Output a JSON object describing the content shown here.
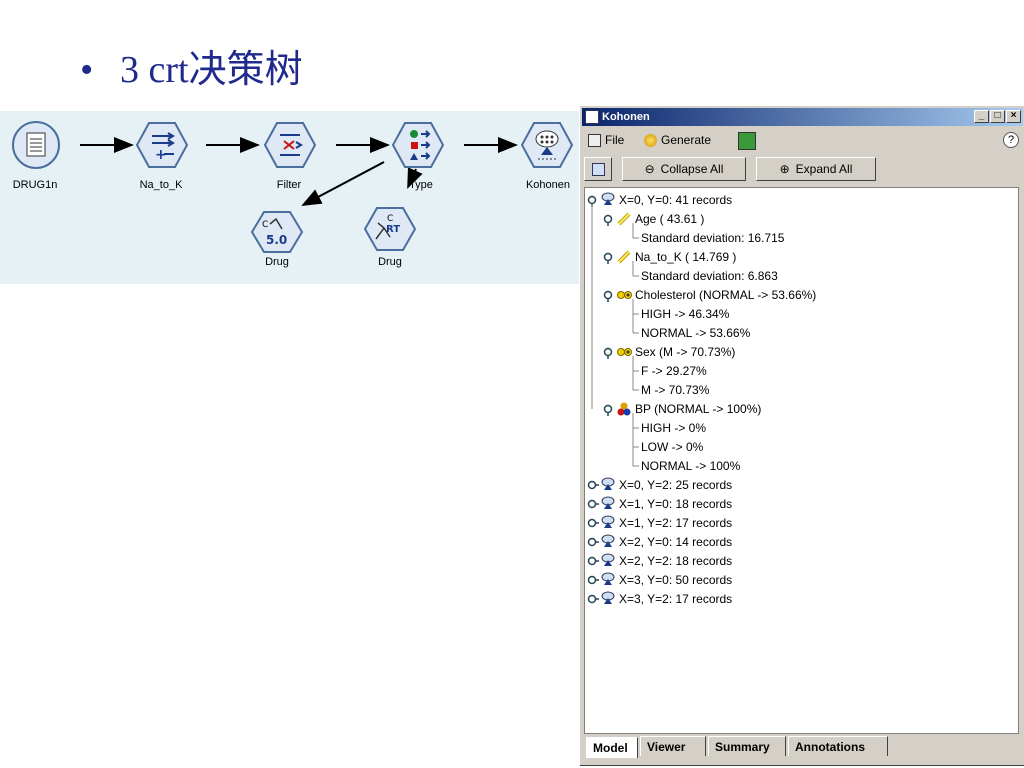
{
  "slide": {
    "bullet": "•",
    "title": "3 crt决策树"
  },
  "stream": {
    "nodes": [
      {
        "id": "drug1n",
        "label": "DRUG1n",
        "icon": "database-file-icon"
      },
      {
        "id": "na_to_k",
        "label": "Na_to_K",
        "icon": "derive-hexagon-icon"
      },
      {
        "id": "filter",
        "label": "Filter",
        "icon": "filter-hexagon-icon"
      },
      {
        "id": "type",
        "label": "Type",
        "icon": "type-hexagon-icon"
      },
      {
        "id": "kohonen",
        "label": "Kohonen",
        "icon": "kohonen-net-icon"
      },
      {
        "id": "drug_c50",
        "label": "Drug",
        "icon": "c50-model-icon",
        "badge": "5.0"
      },
      {
        "id": "drug_crt",
        "label": "Drug",
        "icon": "crt-model-icon",
        "badge": "RT"
      }
    ]
  },
  "window": {
    "title": "Kohonen",
    "controls": {
      "minimize": "_",
      "maximize": "□",
      "close": "×"
    },
    "menu": [
      {
        "label": "File",
        "icon": "file-icon"
      },
      {
        "label": "Generate",
        "icon": "generate-icon"
      }
    ],
    "toolbar": {
      "collapse_label": "Collapse All",
      "expand_label": "Expand All"
    },
    "help": "?",
    "tree": [
      {
        "text": "X=0, Y=0: 41 records",
        "level": 0,
        "icon": "cluster-icon",
        "expanded": true
      },
      {
        "text": "Age ( 43.61 )",
        "level": 1,
        "icon": "ruler-icon",
        "expanded": true
      },
      {
        "text": "Standard deviation: 16.715",
        "level": 2,
        "icon": ""
      },
      {
        "text": "Na_to_K ( 14.769 )",
        "level": 1,
        "icon": "ruler-icon",
        "expanded": true
      },
      {
        "text": "Standard deviation: 6.863",
        "level": 2,
        "icon": ""
      },
      {
        "text": "Cholesterol (NORMAL -> 53.66%)",
        "level": 1,
        "icon": "flag-icon",
        "expanded": true
      },
      {
        "text": "HIGH -> 46.34%",
        "level": 2,
        "icon": ""
      },
      {
        "text": "NORMAL -> 53.66%",
        "level": 2,
        "icon": ""
      },
      {
        "text": "Sex (M -> 70.73%)",
        "level": 1,
        "icon": "flag-icon",
        "expanded": true
      },
      {
        "text": "F -> 29.27%",
        "level": 2,
        "icon": ""
      },
      {
        "text": "M -> 70.73%",
        "level": 2,
        "icon": ""
      },
      {
        "text": "BP (NORMAL -> 100%)",
        "level": 1,
        "icon": "set-icon",
        "expanded": true
      },
      {
        "text": "HIGH -> 0%",
        "level": 2,
        "icon": ""
      },
      {
        "text": "LOW -> 0%",
        "level": 2,
        "icon": ""
      },
      {
        "text": "NORMAL -> 100%",
        "level": 2,
        "icon": ""
      },
      {
        "text": "X=0, Y=2: 25 records",
        "level": 0,
        "icon": "cluster-icon",
        "expanded": false
      },
      {
        "text": "X=1, Y=0: 18 records",
        "level": 0,
        "icon": "cluster-icon",
        "expanded": false
      },
      {
        "text": "X=1, Y=2: 17 records",
        "level": 0,
        "icon": "cluster-icon",
        "expanded": false
      },
      {
        "text": "X=2, Y=0: 14 records",
        "level": 0,
        "icon": "cluster-icon",
        "expanded": false
      },
      {
        "text": "X=2, Y=2: 18 records",
        "level": 0,
        "icon": "cluster-icon",
        "expanded": false
      },
      {
        "text": "X=3, Y=0: 50 records",
        "level": 0,
        "icon": "cluster-icon",
        "expanded": false
      },
      {
        "text": "X=3, Y=2: 17 records",
        "level": 0,
        "icon": "cluster-icon",
        "expanded": false
      }
    ],
    "tabs": [
      {
        "label": "Model",
        "active": true
      },
      {
        "label": "Viewer",
        "active": false
      },
      {
        "label": "Summary",
        "active": false
      },
      {
        "label": "Annotations",
        "active": false
      }
    ]
  },
  "colors": {
    "slide_title": "#1f2a8c",
    "canvas_bg": "#e5f1f5",
    "title_bar": "#0a246a",
    "window_bg": "#d4d0c8",
    "node_fill": "#dfe9f5",
    "node_stroke": "#4a6f9e"
  }
}
